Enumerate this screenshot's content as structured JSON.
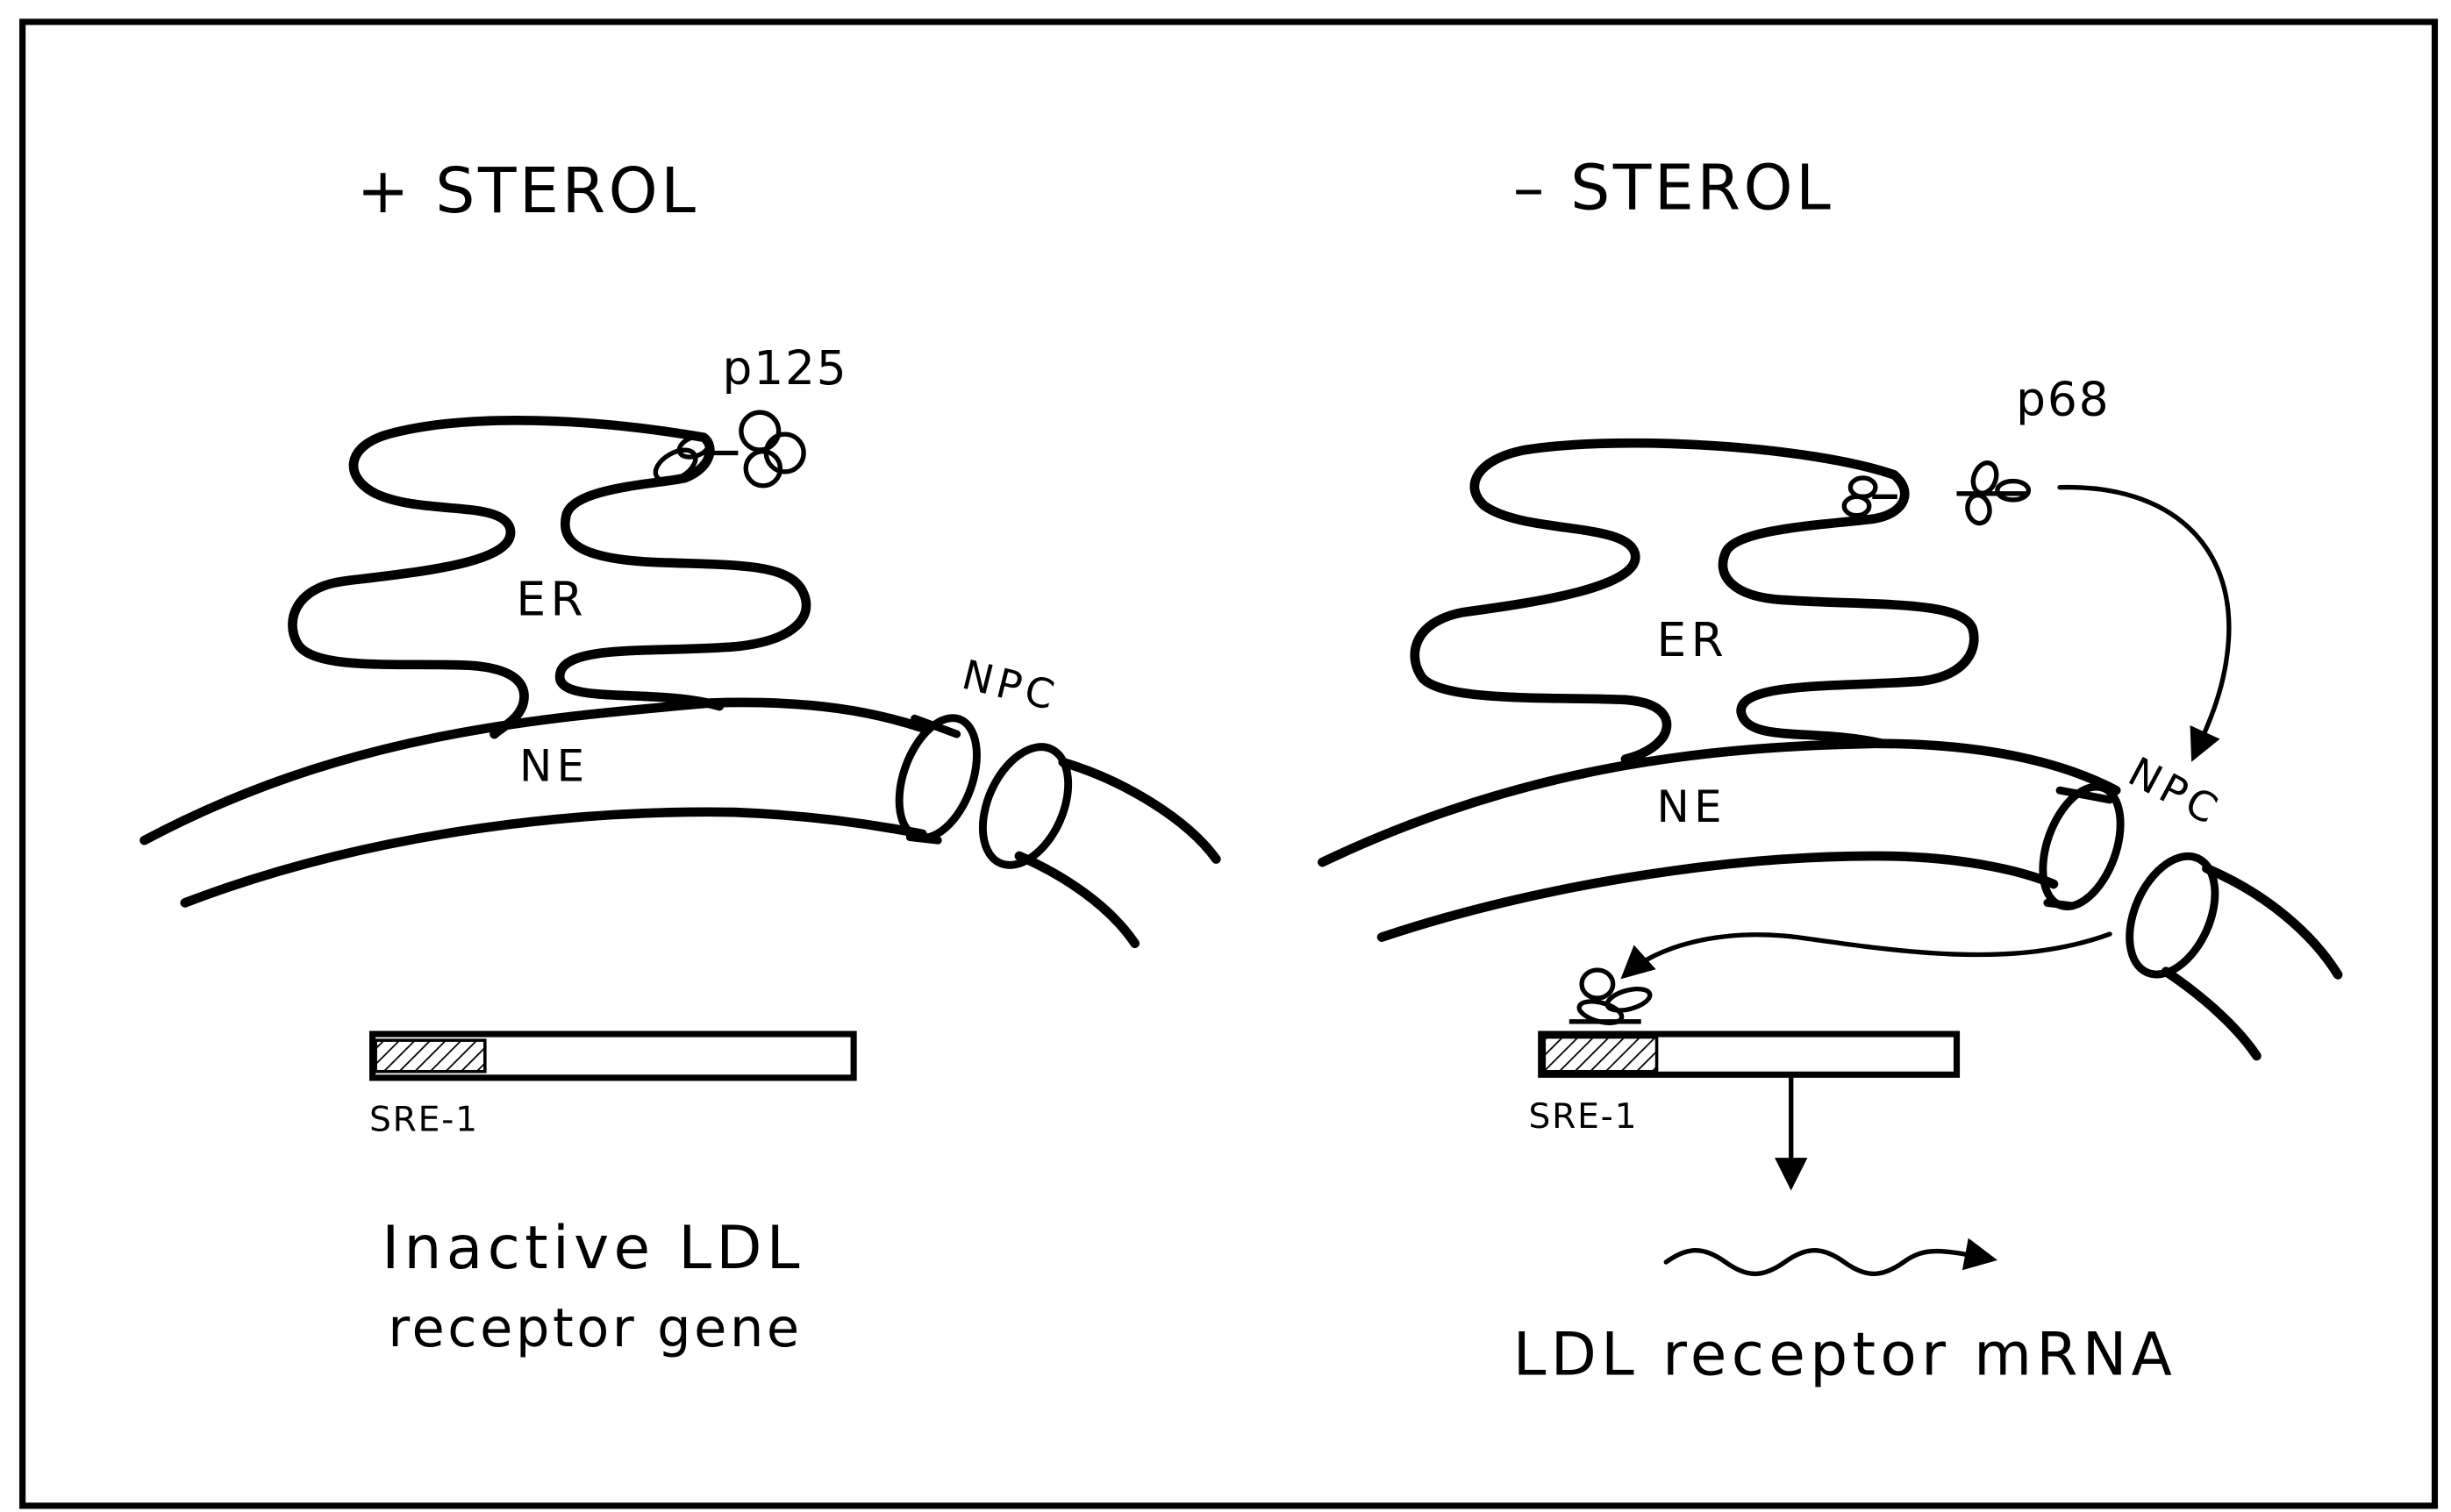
{
  "left_panel": {
    "condition": "+ STEROL",
    "protein": "p125",
    "er_label": "ER",
    "ne_label": "NE",
    "npc_label": "NPC",
    "element_label": "SRE-1",
    "outcome_line1": "Inactive LDL",
    "outcome_line2": "receptor gene"
  },
  "right_panel": {
    "condition": "– STEROL",
    "protein": "p68",
    "er_label": "ER",
    "ne_label": "NE",
    "npc_label": "NPC",
    "element_label": "SRE-1",
    "outcome": "LDL receptor mRNA"
  }
}
